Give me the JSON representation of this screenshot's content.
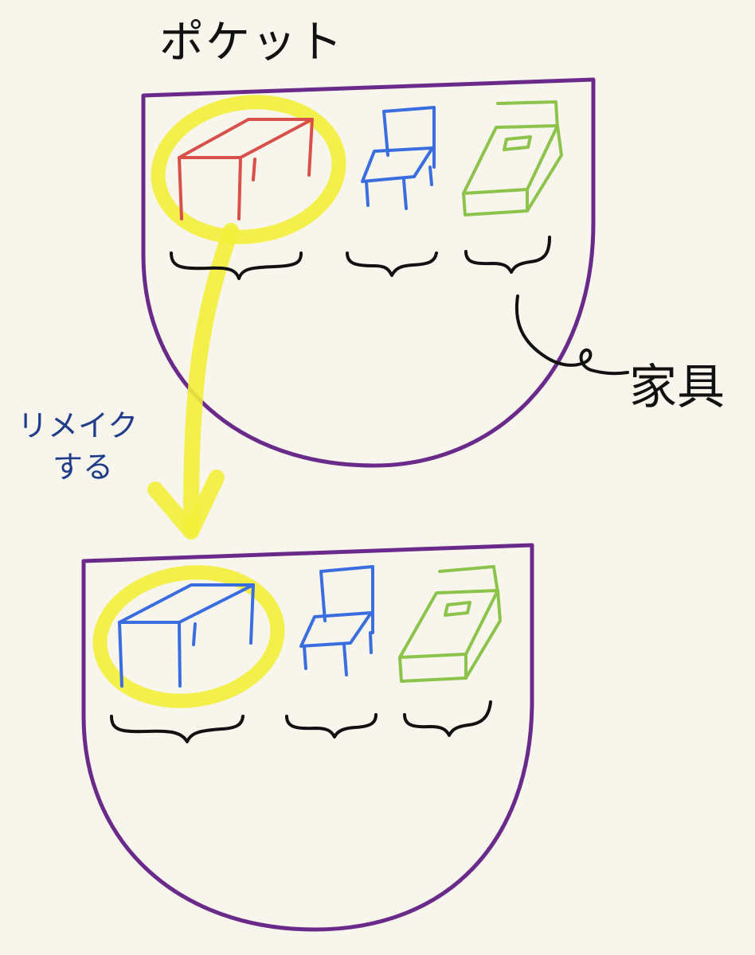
{
  "labels": {
    "pocket": "ポケット",
    "furniture": "家具",
    "remake_line1": "リメイク",
    "remake_line2": "する"
  },
  "icons": {
    "top_pocket": [
      "table-icon",
      "chair-icon",
      "bed-icon"
    ],
    "bottom_pocket": [
      "table-icon",
      "chair-icon",
      "bed-icon"
    ],
    "arrow": "arrow-down-icon",
    "brace": "curly-brace-icon"
  },
  "colors": {
    "background": "#f8f5ec",
    "pocket_outline": "#6a2a8a",
    "table_before": "#d9504a",
    "table_after": "#3a6ee0",
    "chair": "#3a6ee0",
    "bed": "#8cc34a",
    "highlight": "#f3ef3a",
    "remake_text": "#1f3c8a",
    "ink": "#111111"
  }
}
